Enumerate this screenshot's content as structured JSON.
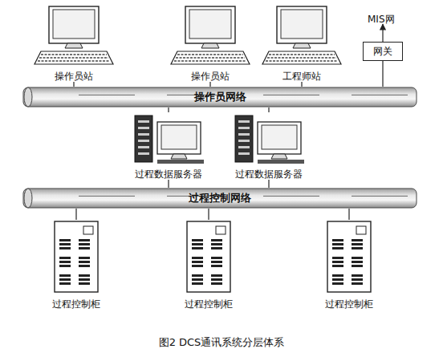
{
  "diagram": {
    "caption": "图2 DCS通讯系统分层体系",
    "nodes": [
      {
        "text": [
          "操作员站"
        ]
      },
      {
        "text": [
          "操作员站"
        ]
      },
      {
        "text": [
          "工程师站"
        ]
      },
      {
        "text": [
          "网关"
        ]
      },
      {
        "text": [
          "操作员网络"
        ]
      },
      {
        "text": [
          "过程数据服务器"
        ]
      },
      {
        "text": [
          "过程数据服务器"
        ]
      },
      {
        "text": [
          "过程控制网络"
        ]
      },
      {
        "text": [
          "过程控制柜"
        ]
      },
      {
        "text": [
          "过程控制柜"
        ]
      },
      {
        "text": [
          "过程控制柜"
        ]
      }
    ],
    "edges": [
      {
        "from": 0,
        "to": 4,
        "arrow": "none"
      },
      {
        "from": 1,
        "to": 4,
        "arrow": "none"
      },
      {
        "from": 2,
        "to": 4,
        "arrow": "none"
      },
      {
        "from": 3,
        "to": 4,
        "arrow": "none"
      },
      {
        "from": 4,
        "to": 5,
        "arrow": "none"
      },
      {
        "from": 4,
        "to": 6,
        "arrow": "none"
      },
      {
        "from": 5,
        "to": 7,
        "arrow": "none"
      },
      {
        "from": 6,
        "to": 7,
        "arrow": "none"
      },
      {
        "from": 7,
        "to": 8,
        "arrow": "none"
      },
      {
        "from": 7,
        "to": 9,
        "arrow": "none"
      },
      {
        "from": 7,
        "to": 10,
        "arrow": "none"
      }
    ],
    "labels": [
      "MIS网"
    ]
  }
}
